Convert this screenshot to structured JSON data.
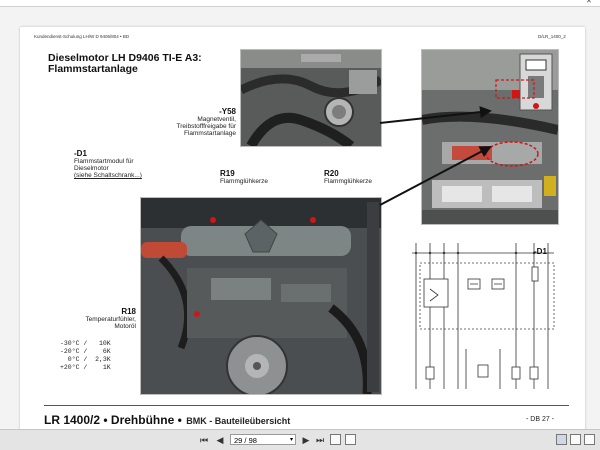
{
  "window": {
    "title": "",
    "close_glyph": "✕"
  },
  "document": {
    "header_left": "Kundendienst-Schulung LH/W D 9406/804 • BD",
    "header_right": "D/LR_1400_2",
    "title_line1": "Dieselmotor LH D9406 TI-E A3:",
    "title_line2": "Flammstartanlage",
    "y58": {
      "code": "-Y58",
      "desc1": "Magnetventil,",
      "desc2": "Treibstofffreigabe für",
      "desc3": "Flammstartanlage"
    },
    "d1": {
      "code": "-D1",
      "desc1": "Flammstartmodul für",
      "desc2": "Dieselmotor",
      "link": "(siehe Schaltschrank...)"
    },
    "r19": {
      "code": "R19",
      "desc": "Flammglühkerze"
    },
    "r20": {
      "code": "R20",
      "desc": "Flammglühkerze"
    },
    "r18": {
      "code": "R18",
      "desc1": "Temperaturfühler,",
      "desc2": "Motoröl",
      "temps": [
        "-30°C /   10K",
        "-20°C /    6K",
        "  0°C /  2,3K",
        "+20°C /    1K"
      ]
    },
    "schematic_label": "-D1",
    "footer": {
      "main": "LR 1400/2 • Drehbühne •",
      "sub": "BMK - Bauteileübersicht",
      "db": "- DB 27 -"
    }
  },
  "toolbar": {
    "first_page_icon": "⏮",
    "prev_page_icon": "◀",
    "page_value": "29 / 98",
    "next_page_icon": "▶",
    "last_page_icon": "⏭",
    "dropdown_icon": "▾"
  }
}
